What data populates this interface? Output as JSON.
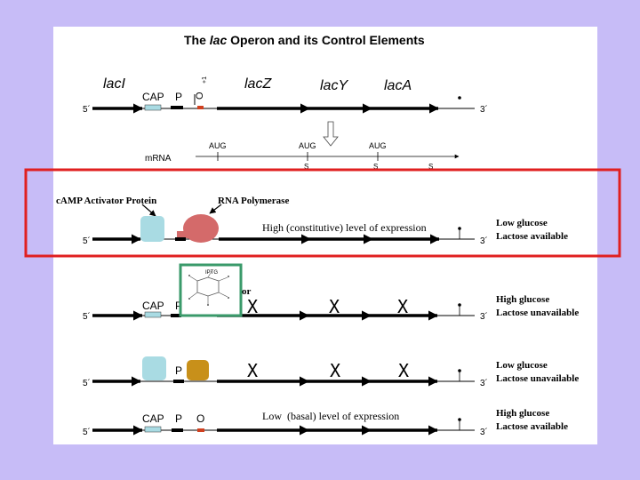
{
  "title": {
    "prefix": "The ",
    "italic": "lac",
    "suffix": " Operon and its Control Elements"
  },
  "genes": {
    "lacI": "lacI",
    "lacZ": "lacZ",
    "lacY": "lacY",
    "lacA": "lacA"
  },
  "elements": {
    "cap": "CAP",
    "promoter": "P",
    "operator": "O",
    "operator_start": "+1"
  },
  "strand": {
    "five_prime": "5´",
    "three_prime": "3´"
  },
  "mrna": {
    "label": "mRNA",
    "aug": "AUG",
    "stop": "S"
  },
  "cap_protein_label": "cAMP Activator Protein",
  "rna_pol_label": "RNA Polymerase",
  "repressor_label_visible": "or",
  "iptg_label": "IPTG",
  "expression": {
    "high": "High (constitutive) level of expression",
    "low": "Low  (basal) level of expression",
    "blocked": "X"
  },
  "conditions": [
    {
      "glucose": "Low glucose",
      "lactose": "Lactose available"
    },
    {
      "glucose": "High glucose",
      "lactose": "Lactose unavailable"
    },
    {
      "glucose": "Low glucose",
      "lactose": "Lactose unavailable"
    },
    {
      "glucose": "High glucose",
      "lactose": "Lactose available"
    }
  ],
  "colors": {
    "background": "#c7bcf7",
    "highlight": "#e02020",
    "iptg_box": "#3a9a6a",
    "cap_fill": "#a9dbe3",
    "rna_pol": "#d46a6a",
    "repressor": "#c8901a",
    "operator": "#d0401f"
  }
}
